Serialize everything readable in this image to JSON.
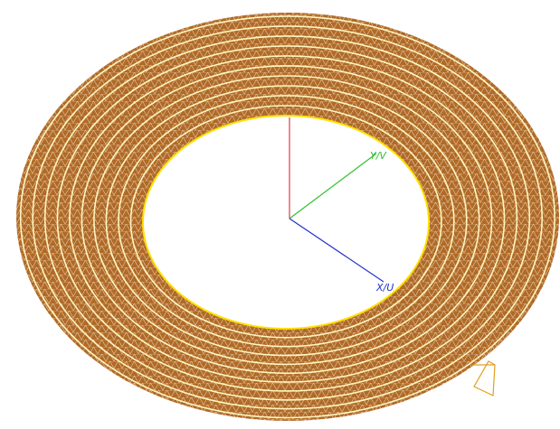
{
  "view": {
    "background": "#ffffff"
  },
  "mesh": {
    "fill_color": "#b06a28",
    "mesh_line_color": "#e9c9a4",
    "turn_line_color": "#fff6c0",
    "inner_edge_color": "#ffe000",
    "turns": 10
  },
  "axes": {
    "z": {
      "label": "",
      "color": "#e04040"
    },
    "y": {
      "label": "Y/V",
      "color": "#30c030"
    },
    "x": {
      "label": "X/U",
      "color": "#2030d0"
    }
  },
  "lead_wire": {
    "color": "#e0a020"
  }
}
